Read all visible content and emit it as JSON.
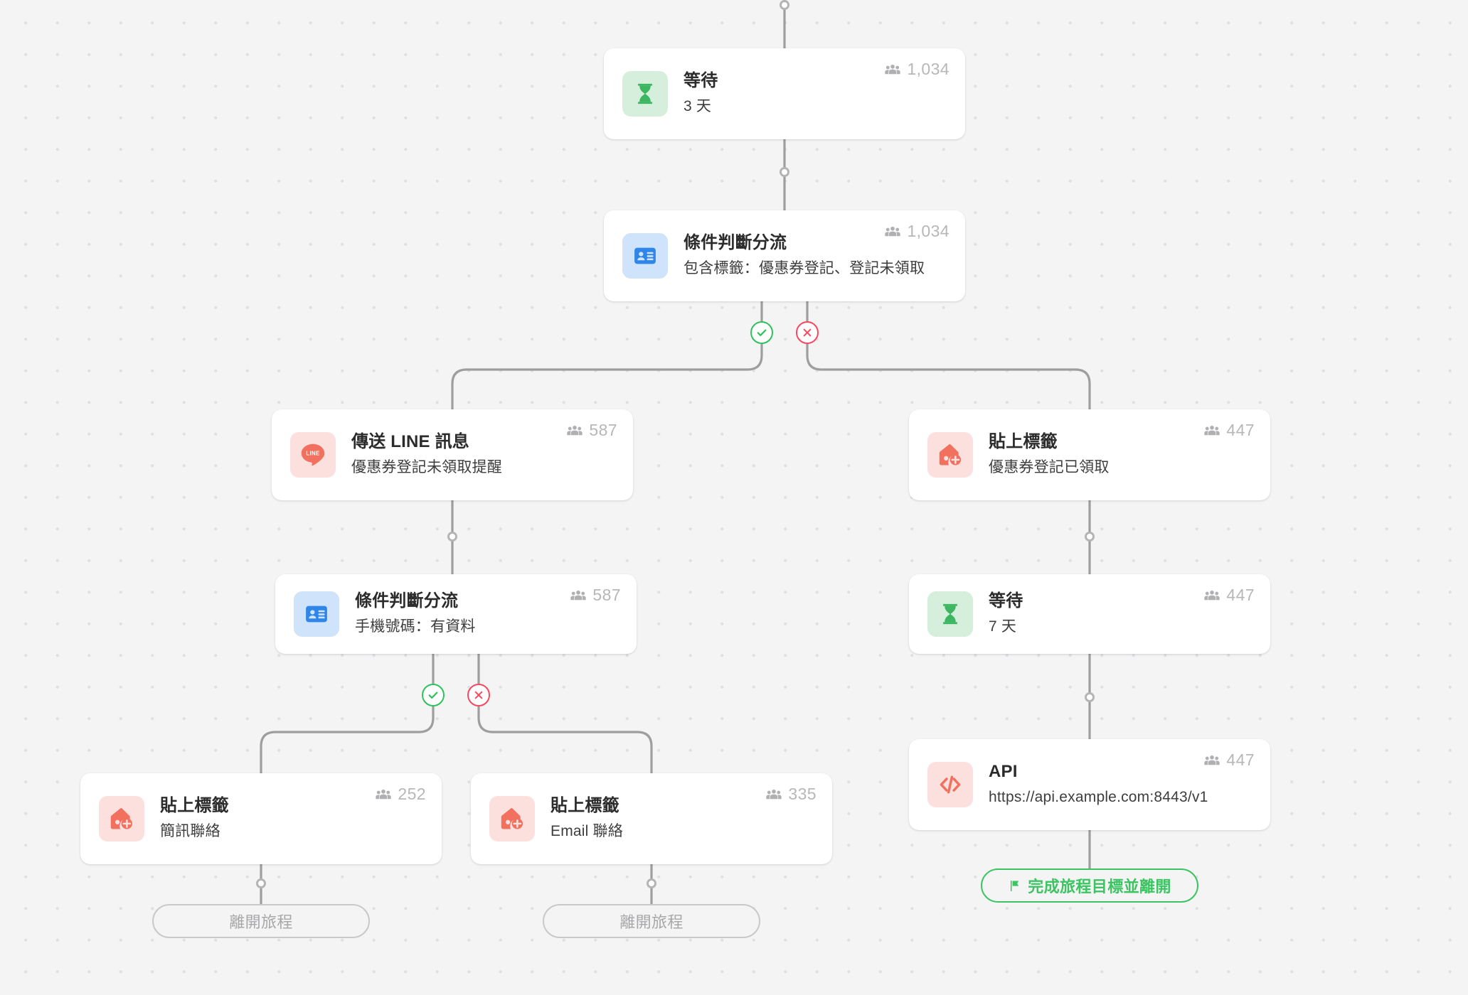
{
  "canvas": {
    "background_color": "#f4f4f5",
    "dot_color": "#e0e0e2",
    "edge_color": "#9e9e9e"
  },
  "palette": {
    "green": "#3cb661",
    "green_bg": "#d6efdc",
    "blue": "#2f86e8",
    "blue_bg": "#cfe3fb",
    "salmon": "#f2705e",
    "salmon_bg": "#fbe0dd",
    "yes": "#2ec25e",
    "no": "#f8485f",
    "count_text": "#b7b7b9"
  },
  "nodes": [
    {
      "id": "wait-3d",
      "icon": "hourglass-icon",
      "icon_theme": "green",
      "title": "等待",
      "subtitle": "3 天",
      "count": "1,034"
    },
    {
      "id": "condition-tag",
      "icon": "contact-card-icon",
      "icon_theme": "blue",
      "title": "條件判斷分流",
      "subtitle": "包含標籤：優惠券登記、登記未領取",
      "count": "1,034"
    },
    {
      "id": "line-message",
      "icon": "line-icon",
      "icon_theme": "pink",
      "title": "傳送 LINE 訊息",
      "subtitle": "優惠券登記未領取提醒",
      "count": "587"
    },
    {
      "id": "apply-tag-received",
      "icon": "tag-plus-icon",
      "icon_theme": "pink",
      "title": "貼上標籤",
      "subtitle": "優惠券登記已領取",
      "count": "447"
    },
    {
      "id": "condition-phone",
      "icon": "contact-card-icon",
      "icon_theme": "blue",
      "title": "條件判斷分流",
      "subtitle": "手機號碼：有資料",
      "count": "587"
    },
    {
      "id": "wait-7d",
      "icon": "hourglass-icon",
      "icon_theme": "green",
      "title": "等待",
      "subtitle": "7 天",
      "count": "447"
    },
    {
      "id": "apply-tag-sms",
      "icon": "tag-plus-icon",
      "icon_theme": "pink",
      "title": "貼上標籤",
      "subtitle": "簡訊聯絡",
      "count": "252"
    },
    {
      "id": "apply-tag-email",
      "icon": "tag-plus-icon",
      "icon_theme": "pink",
      "title": "貼上標籤",
      "subtitle": "Email 聯絡",
      "count": "335"
    },
    {
      "id": "api-call",
      "icon": "code-icon",
      "icon_theme": "pink",
      "title": "API",
      "subtitle": "https://api.example.com:8443/v1",
      "count": "447"
    }
  ],
  "branches": {
    "yes_icon": "check-circle-icon",
    "no_icon": "x-circle-icon"
  },
  "terminals": [
    {
      "id": "exit-sms",
      "label": "離開旅程",
      "kind": "exit"
    },
    {
      "id": "exit-email",
      "label": "離開旅程",
      "kind": "exit"
    },
    {
      "id": "goal-exit",
      "label": "完成旅程目標並離開",
      "kind": "goal",
      "icon": "flag-icon"
    }
  ]
}
